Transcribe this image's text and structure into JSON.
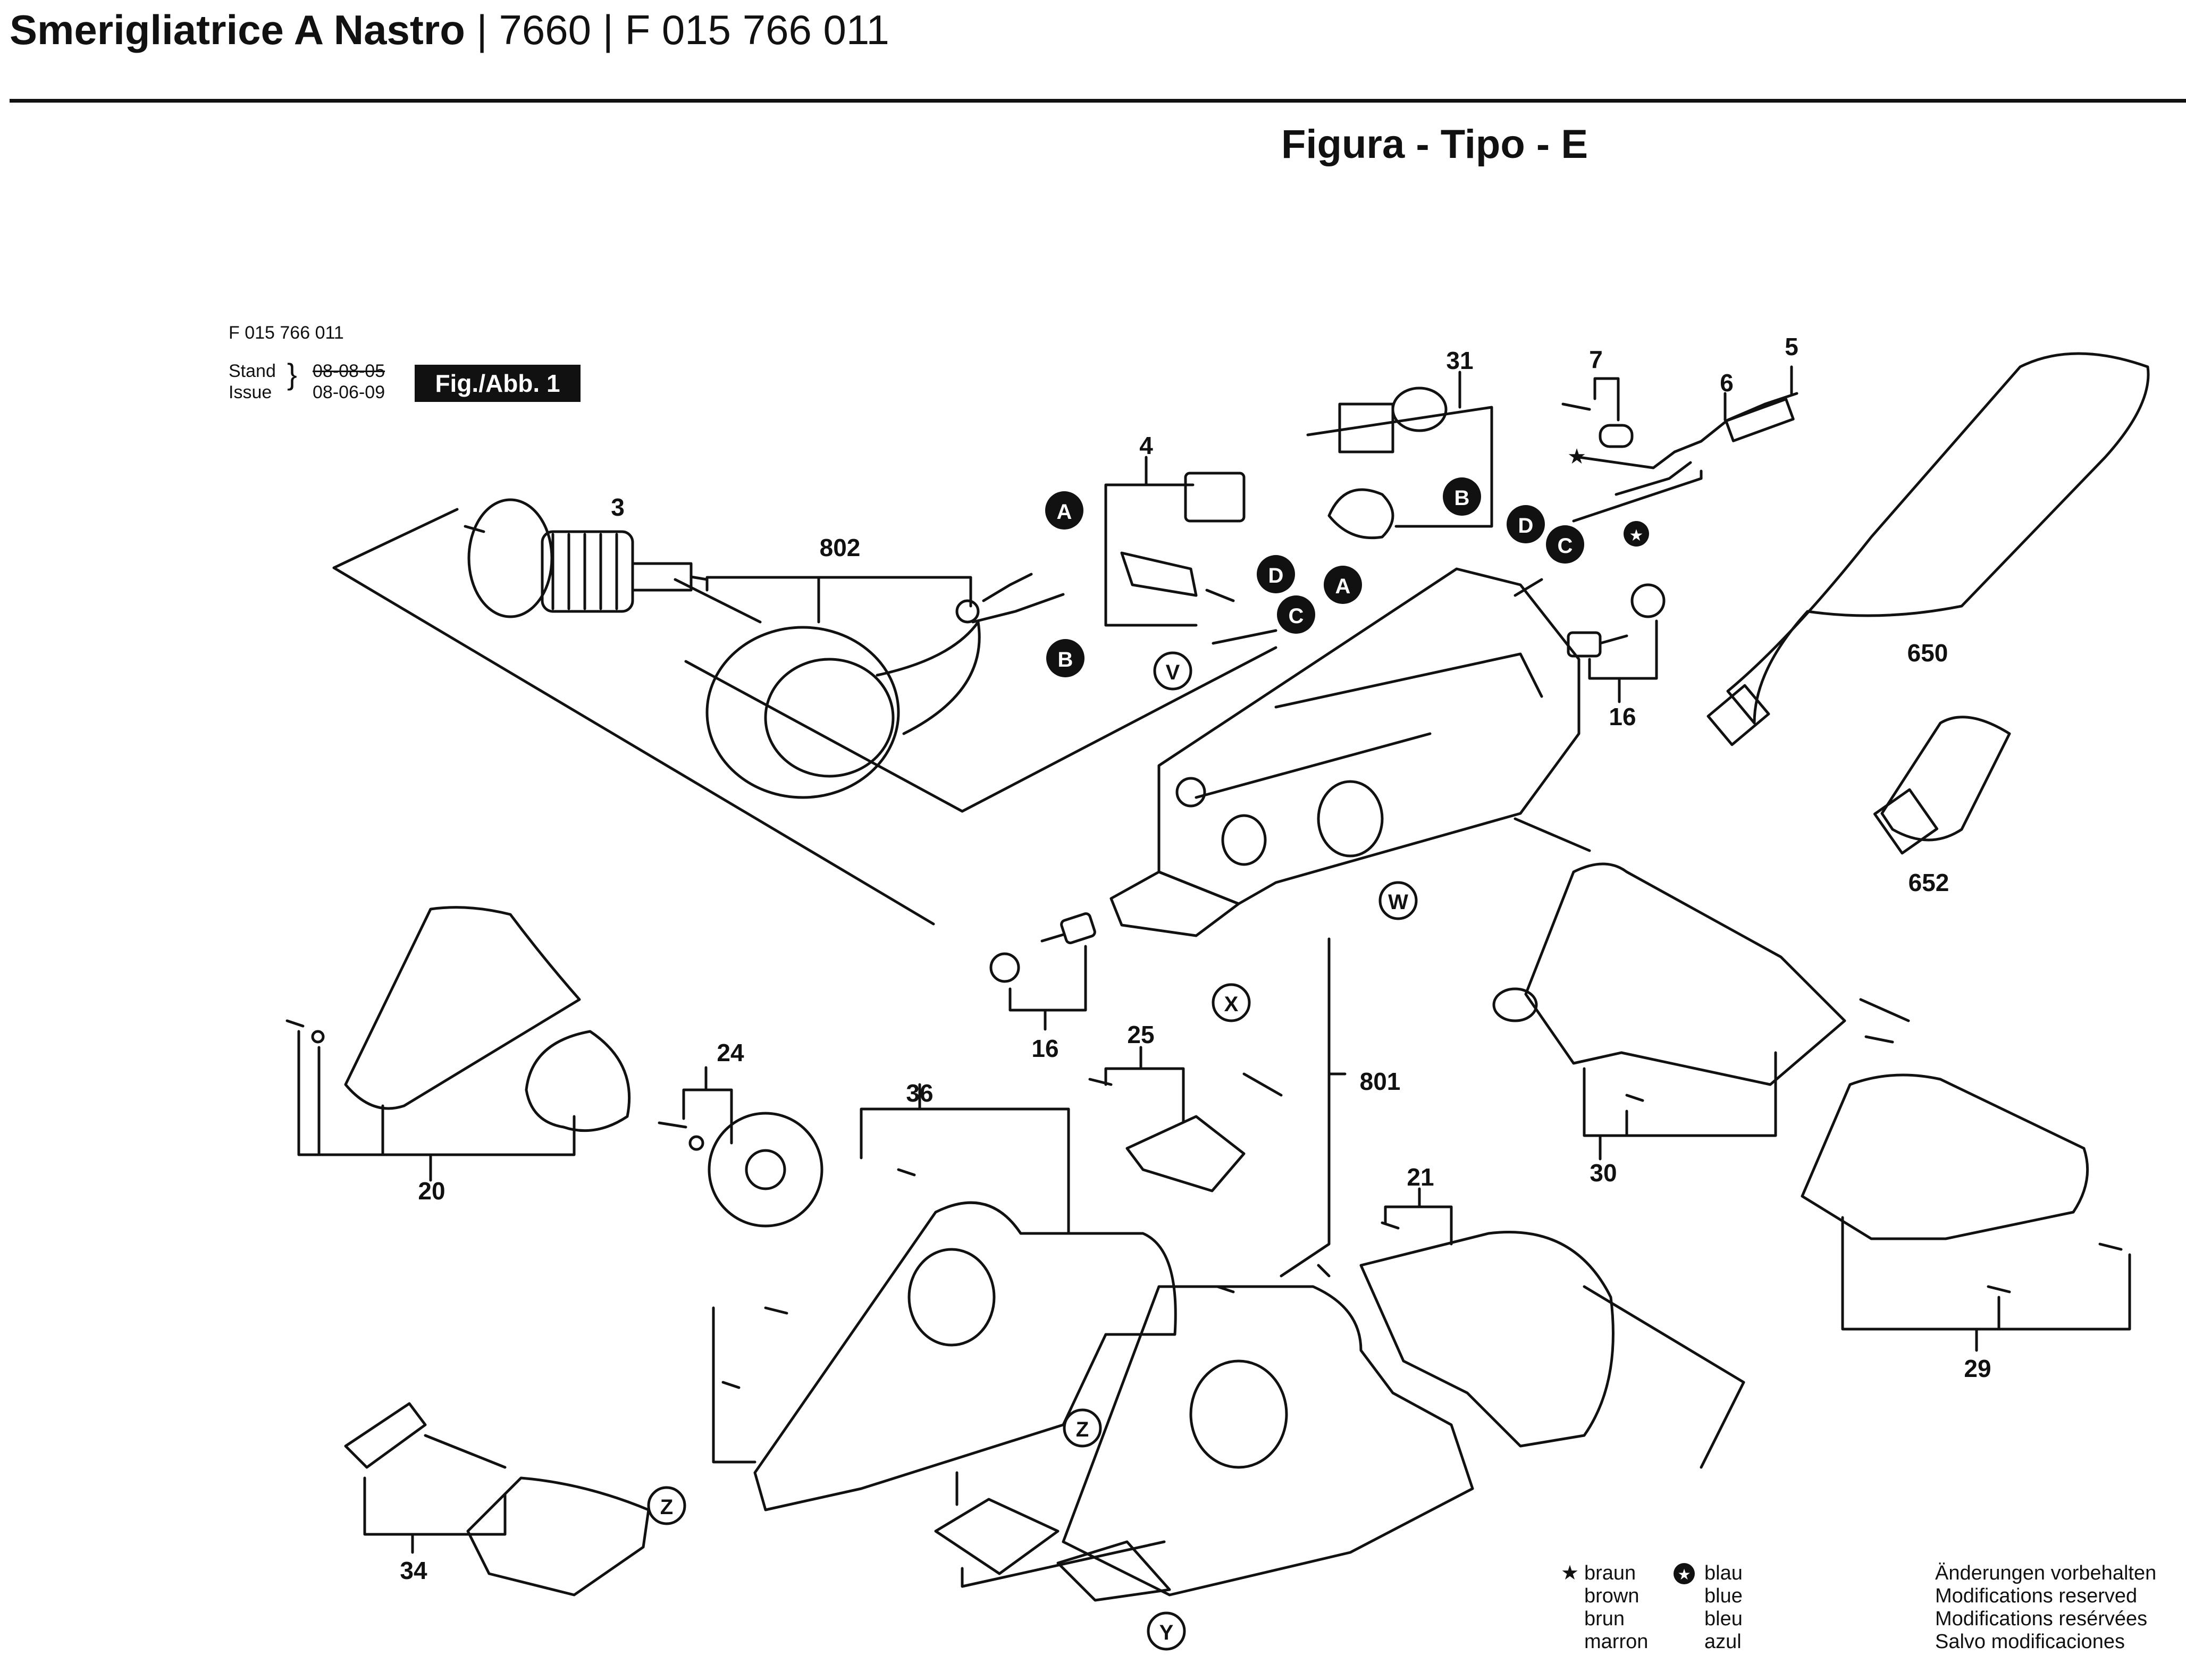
{
  "header": {
    "product": "Smerigliatrice A Nastro",
    "sep1": "|",
    "model": "7660",
    "sep2": "|",
    "partnumber": "F 015 766 011"
  },
  "figure_title": "Figura - Tipo - E",
  "meta": {
    "code": "F 015 766 011",
    "stand": "Stand",
    "issue": "Issue",
    "stand_date": "08-08-05",
    "issue_date": "08-06-09",
    "fig_badge": "Fig./Abb. 1"
  },
  "part_labels": [
    "3",
    "802",
    "4",
    "31",
    "7",
    "6",
    "5",
    "650",
    "652",
    "16",
    "16",
    "25",
    "24",
    "36",
    "20",
    "801",
    "30",
    "29",
    "21",
    "34"
  ],
  "connectors": [
    "A",
    "A",
    "B",
    "B",
    "C",
    "C",
    "D",
    "D",
    "V",
    "W",
    "X",
    "Y",
    "Z",
    "Z"
  ],
  "legend": {
    "brown": [
      "braun",
      "brown",
      "brun",
      "marron"
    ],
    "blue": [
      "blau",
      "blue",
      "bleu",
      "azul"
    ],
    "brown_symbol": "★",
    "blue_symbol": "✪"
  },
  "notice": [
    "Änderungen vorbehalten",
    "Modifications reserved",
    "Modifications resérvées",
    "Salvo modificaciones"
  ],
  "colors": {
    "ink": "#111111",
    "background": "#ffffff"
  }
}
